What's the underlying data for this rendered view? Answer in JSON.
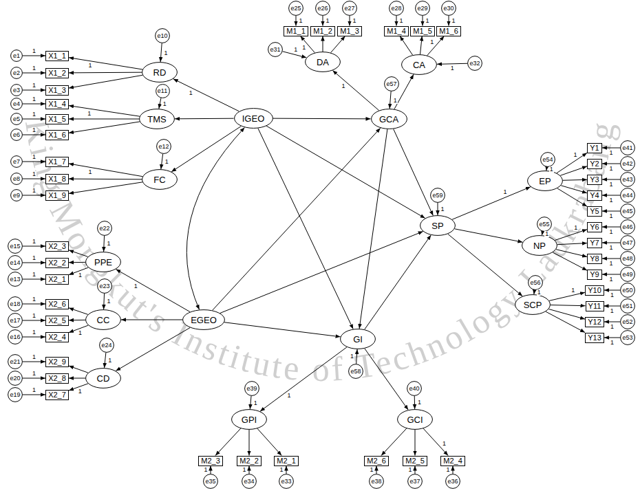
{
  "diagram": {
    "nodes": [
      {
        "text": [
          "e1"
        ]
      },
      {
        "text": [
          "e2"
        ]
      },
      {
        "text": [
          "e3"
        ]
      },
      {
        "text": [
          "e4"
        ]
      },
      {
        "text": [
          "e5"
        ]
      },
      {
        "text": [
          "e6"
        ]
      },
      {
        "text": [
          "e7"
        ]
      },
      {
        "text": [
          "e8"
        ]
      },
      {
        "text": [
          "e9"
        ]
      },
      {
        "text": [
          "X1_1"
        ]
      },
      {
        "text": [
          "X1_2"
        ]
      },
      {
        "text": [
          "X1_3"
        ]
      },
      {
        "text": [
          "X1_4"
        ]
      },
      {
        "text": [
          "X1_5"
        ]
      },
      {
        "text": [
          "X1_6"
        ]
      },
      {
        "text": [
          "X1_7"
        ]
      },
      {
        "text": [
          "X1_8"
        ]
      },
      {
        "text": [
          "X1_9"
        ]
      },
      {
        "text": [
          "RD"
        ]
      },
      {
        "text": [
          "TMS"
        ]
      },
      {
        "text": [
          "FC"
        ]
      },
      {
        "text": [
          "e10"
        ]
      },
      {
        "text": [
          "e11"
        ]
      },
      {
        "text": [
          "e12"
        ]
      },
      {
        "text": [
          "IGEO"
        ]
      },
      {
        "text": [
          "e25"
        ]
      },
      {
        "text": [
          "e26"
        ]
      },
      {
        "text": [
          "e27"
        ]
      },
      {
        "text": [
          "e28"
        ]
      },
      {
        "text": [
          "e29"
        ]
      },
      {
        "text": [
          "e30"
        ]
      },
      {
        "text": [
          "M1_1"
        ]
      },
      {
        "text": [
          "M1_2"
        ]
      },
      {
        "text": [
          "M1_3"
        ]
      },
      {
        "text": [
          "M1_4"
        ]
      },
      {
        "text": [
          "M1_5"
        ]
      },
      {
        "text": [
          "M1_6"
        ]
      },
      {
        "text": [
          "DA"
        ]
      },
      {
        "text": [
          "CA"
        ]
      },
      {
        "text": [
          "e31"
        ]
      },
      {
        "text": [
          "e32"
        ]
      },
      {
        "text": [
          "GCA"
        ]
      },
      {
        "text": [
          "e57"
        ]
      },
      {
        "text": [
          "SP"
        ]
      },
      {
        "text": [
          "e59"
        ]
      },
      {
        "text": [
          "EP"
        ]
      },
      {
        "text": [
          "NP"
        ]
      },
      {
        "text": [
          "SCP"
        ]
      },
      {
        "text": [
          "e54"
        ]
      },
      {
        "text": [
          "e55"
        ]
      },
      {
        "text": [
          "e56"
        ]
      },
      {
        "text": [
          "Y1"
        ]
      },
      {
        "text": [
          "Y2"
        ]
      },
      {
        "text": [
          "Y3"
        ]
      },
      {
        "text": [
          "Y4"
        ]
      },
      {
        "text": [
          "Y5"
        ]
      },
      {
        "text": [
          "Y6"
        ]
      },
      {
        "text": [
          "Y7"
        ]
      },
      {
        "text": [
          "Y8"
        ]
      },
      {
        "text": [
          "Y9"
        ]
      },
      {
        "text": [
          "Y10"
        ]
      },
      {
        "text": [
          "Y11"
        ]
      },
      {
        "text": [
          "Y12"
        ]
      },
      {
        "text": [
          "Y13"
        ]
      },
      {
        "text": [
          "e41"
        ]
      },
      {
        "text": [
          "e42"
        ]
      },
      {
        "text": [
          "e43"
        ]
      },
      {
        "text": [
          "e44"
        ]
      },
      {
        "text": [
          "e45"
        ]
      },
      {
        "text": [
          "e46"
        ]
      },
      {
        "text": [
          "e47"
        ]
      },
      {
        "text": [
          "e48"
        ]
      },
      {
        "text": [
          "e49"
        ]
      },
      {
        "text": [
          "e50"
        ]
      },
      {
        "text": [
          "e51"
        ]
      },
      {
        "text": [
          "e52"
        ]
      },
      {
        "text": [
          "e53"
        ]
      },
      {
        "text": [
          "e15"
        ]
      },
      {
        "text": [
          "e14"
        ]
      },
      {
        "text": [
          "e13"
        ]
      },
      {
        "text": [
          "e18"
        ]
      },
      {
        "text": [
          "e17"
        ]
      },
      {
        "text": [
          "e16"
        ]
      },
      {
        "text": [
          "e21"
        ]
      },
      {
        "text": [
          "e20"
        ]
      },
      {
        "text": [
          "e19"
        ]
      },
      {
        "text": [
          "X2_3"
        ]
      },
      {
        "text": [
          "X2_2"
        ]
      },
      {
        "text": [
          "X2_1"
        ]
      },
      {
        "text": [
          "X2_6"
        ]
      },
      {
        "text": [
          "X2_5"
        ]
      },
      {
        "text": [
          "X2_4"
        ]
      },
      {
        "text": [
          "X2_9"
        ]
      },
      {
        "text": [
          "X2_8"
        ]
      },
      {
        "text": [
          "X2_7"
        ]
      },
      {
        "text": [
          "PPE"
        ]
      },
      {
        "text": [
          "CC"
        ]
      },
      {
        "text": [
          "CD"
        ]
      },
      {
        "text": [
          "e22"
        ]
      },
      {
        "text": [
          "e23"
        ]
      },
      {
        "text": [
          "e24"
        ]
      },
      {
        "text": [
          "EGEO"
        ]
      },
      {
        "text": [
          "GI"
        ]
      },
      {
        "text": [
          "e58"
        ]
      },
      {
        "text": [
          "GPI"
        ]
      },
      {
        "text": [
          "GCI"
        ]
      },
      {
        "text": [
          "e39"
        ]
      },
      {
        "text": [
          "e40"
        ]
      },
      {
        "text": [
          "M2_3"
        ]
      },
      {
        "text": [
          "M2_2"
        ]
      },
      {
        "text": [
          "M2_1"
        ]
      },
      {
        "text": [
          "M2_6"
        ]
      },
      {
        "text": [
          "M2_5"
        ]
      },
      {
        "text": [
          "M2_4"
        ]
      },
      {
        "text": [
          "e35"
        ]
      },
      {
        "text": [
          "e34"
        ]
      },
      {
        "text": [
          "e33"
        ]
      },
      {
        "text": [
          "e38"
        ]
      },
      {
        "text": [
          "e37"
        ]
      },
      {
        "text": [
          "e36"
        ]
      }
    ],
    "edges": [
      {
        "from": 0,
        "to": 9,
        "arrow": "to",
        "label": "1"
      },
      {
        "from": 1,
        "to": 10,
        "arrow": "to",
        "label": "1"
      },
      {
        "from": 2,
        "to": 11,
        "arrow": "to",
        "label": "1"
      },
      {
        "from": 3,
        "to": 12,
        "arrow": "to",
        "label": "1"
      },
      {
        "from": 4,
        "to": 13,
        "arrow": "to",
        "label": "1"
      },
      {
        "from": 5,
        "to": 14,
        "arrow": "to",
        "label": "1"
      },
      {
        "from": 6,
        "to": 15,
        "arrow": "to",
        "label": "1"
      },
      {
        "from": 7,
        "to": 16,
        "arrow": "to",
        "label": "1"
      },
      {
        "from": 8,
        "to": 17,
        "arrow": "to",
        "label": "1"
      },
      {
        "from": 18,
        "to": 9,
        "arrow": "to",
        "label": "1"
      },
      {
        "from": 18,
        "to": 10,
        "arrow": "to"
      },
      {
        "from": 18,
        "to": 11,
        "arrow": "to"
      },
      {
        "from": 19,
        "to": 12,
        "arrow": "to",
        "label": "1"
      },
      {
        "from": 19,
        "to": 13,
        "arrow": "to"
      },
      {
        "from": 19,
        "to": 14,
        "arrow": "to"
      },
      {
        "from": 20,
        "to": 15,
        "arrow": "to",
        "label": "1"
      },
      {
        "from": 20,
        "to": 16,
        "arrow": "to"
      },
      {
        "from": 20,
        "to": 17,
        "arrow": "to"
      },
      {
        "from": 21,
        "to": 18,
        "arrow": "to",
        "label": "1"
      },
      {
        "from": 22,
        "to": 19,
        "arrow": "to",
        "label": "1"
      },
      {
        "from": 23,
        "to": 20,
        "arrow": "to",
        "label": "1"
      },
      {
        "from": 24,
        "to": 18,
        "arrow": "to",
        "label": "1"
      },
      {
        "from": 24,
        "to": 19,
        "arrow": "to"
      },
      {
        "from": 24,
        "to": 20,
        "arrow": "to"
      },
      {
        "from": 25,
        "to": 31,
        "arrow": "to",
        "label": "1"
      },
      {
        "from": 26,
        "to": 32,
        "arrow": "to",
        "label": "1"
      },
      {
        "from": 27,
        "to": 33,
        "arrow": "to",
        "label": "1"
      },
      {
        "from": 28,
        "to": 34,
        "arrow": "to",
        "label": "1"
      },
      {
        "from": 29,
        "to": 35,
        "arrow": "to",
        "label": "1"
      },
      {
        "from": 30,
        "to": 36,
        "arrow": "to",
        "label": "1"
      },
      {
        "from": 37,
        "to": 31,
        "arrow": "to",
        "label": "1"
      },
      {
        "from": 37,
        "to": 32,
        "arrow": "to"
      },
      {
        "from": 37,
        "to": 33,
        "arrow": "to"
      },
      {
        "from": 38,
        "to": 34,
        "arrow": "to"
      },
      {
        "from": 38,
        "to": 35,
        "arrow": "to"
      },
      {
        "from": 38,
        "to": 36,
        "arrow": "to",
        "label": "1"
      },
      {
        "from": 39,
        "to": 37,
        "arrow": "to",
        "label": "1"
      },
      {
        "from": 40,
        "to": 38,
        "arrow": "to",
        "label": "1"
      },
      {
        "from": 41,
        "to": 37,
        "arrow": "to",
        "label": "1"
      },
      {
        "from": 41,
        "to": 38,
        "arrow": "to"
      },
      {
        "from": 42,
        "to": 41,
        "arrow": "to",
        "label": "1"
      },
      {
        "from": 44,
        "to": 43,
        "arrow": "to",
        "label": "1"
      },
      {
        "from": 43,
        "to": 45,
        "arrow": "to",
        "label": "1"
      },
      {
        "from": 43,
        "to": 46,
        "arrow": "to"
      },
      {
        "from": 43,
        "to": 47,
        "arrow": "to"
      },
      {
        "from": 48,
        "to": 45,
        "arrow": "to",
        "label": "1"
      },
      {
        "from": 49,
        "to": 46,
        "arrow": "to",
        "label": "1"
      },
      {
        "from": 50,
        "to": 47,
        "arrow": "to",
        "label": "1"
      },
      {
        "from": 45,
        "to": 51,
        "arrow": "to",
        "label": "1"
      },
      {
        "from": 45,
        "to": 52,
        "arrow": "to"
      },
      {
        "from": 45,
        "to": 53,
        "arrow": "to"
      },
      {
        "from": 45,
        "to": 54,
        "arrow": "to"
      },
      {
        "from": 45,
        "to": 55,
        "arrow": "to"
      },
      {
        "from": 46,
        "to": 56,
        "arrow": "to",
        "label": "1"
      },
      {
        "from": 46,
        "to": 57,
        "arrow": "to"
      },
      {
        "from": 46,
        "to": 58,
        "arrow": "to"
      },
      {
        "from": 46,
        "to": 59,
        "arrow": "to"
      },
      {
        "from": 47,
        "to": 60,
        "arrow": "to",
        "label": "1"
      },
      {
        "from": 47,
        "to": 61,
        "arrow": "to"
      },
      {
        "from": 47,
        "to": 62,
        "arrow": "to"
      },
      {
        "from": 47,
        "to": 63,
        "arrow": "to"
      },
      {
        "from": 64,
        "to": 51,
        "arrow": "to",
        "label": "1"
      },
      {
        "from": 65,
        "to": 52,
        "arrow": "to",
        "label": "1"
      },
      {
        "from": 66,
        "to": 53,
        "arrow": "to",
        "label": "1"
      },
      {
        "from": 67,
        "to": 54,
        "arrow": "to",
        "label": "1"
      },
      {
        "from": 68,
        "to": 55,
        "arrow": "to",
        "label": "1"
      },
      {
        "from": 69,
        "to": 56,
        "arrow": "to",
        "label": "1"
      },
      {
        "from": 70,
        "to": 57,
        "arrow": "to",
        "label": "1"
      },
      {
        "from": 71,
        "to": 58,
        "arrow": "to",
        "label": "1"
      },
      {
        "from": 72,
        "to": 59,
        "arrow": "to",
        "label": "1"
      },
      {
        "from": 73,
        "to": 60,
        "arrow": "to",
        "label": "1"
      },
      {
        "from": 74,
        "to": 61,
        "arrow": "to",
        "label": "1"
      },
      {
        "from": 75,
        "to": 62,
        "arrow": "to",
        "label": "1"
      },
      {
        "from": 76,
        "to": 63,
        "arrow": "to",
        "label": "1"
      },
      {
        "from": 77,
        "to": 86,
        "arrow": "to",
        "label": "1"
      },
      {
        "from": 78,
        "to": 87,
        "arrow": "to",
        "label": "1"
      },
      {
        "from": 79,
        "to": 88,
        "arrow": "to",
        "label": "1"
      },
      {
        "from": 80,
        "to": 89,
        "arrow": "to",
        "label": "1"
      },
      {
        "from": 81,
        "to": 90,
        "arrow": "to",
        "label": "1"
      },
      {
        "from": 82,
        "to": 91,
        "arrow": "to",
        "label": "1"
      },
      {
        "from": 83,
        "to": 92,
        "arrow": "to",
        "label": "1"
      },
      {
        "from": 84,
        "to": 93,
        "arrow": "to",
        "label": "1"
      },
      {
        "from": 85,
        "to": 94,
        "arrow": "to",
        "label": "1"
      },
      {
        "from": 95,
        "to": 86,
        "arrow": "to"
      },
      {
        "from": 95,
        "to": 87,
        "arrow": "to"
      },
      {
        "from": 95,
        "to": 88,
        "arrow": "to",
        "label": "1"
      },
      {
        "from": 96,
        "to": 89,
        "arrow": "to"
      },
      {
        "from": 96,
        "to": 90,
        "arrow": "to"
      },
      {
        "from": 96,
        "to": 91,
        "arrow": "to",
        "label": "1"
      },
      {
        "from": 97,
        "to": 92,
        "arrow": "to"
      },
      {
        "from": 97,
        "to": 93,
        "arrow": "to"
      },
      {
        "from": 97,
        "to": 94,
        "arrow": "to",
        "label": "1"
      },
      {
        "from": 98,
        "to": 95,
        "arrow": "to",
        "label": "1"
      },
      {
        "from": 99,
        "to": 96,
        "arrow": "to",
        "label": "1"
      },
      {
        "from": 100,
        "to": 97,
        "arrow": "to",
        "label": "1"
      },
      {
        "from": 101,
        "to": 95,
        "arrow": "to",
        "label": "1"
      },
      {
        "from": 101,
        "to": 96,
        "arrow": "to"
      },
      {
        "from": 101,
        "to": 97,
        "arrow": "to"
      },
      {
        "from": 103,
        "to": 102,
        "arrow": "to",
        "label": "1"
      },
      {
        "from": 102,
        "to": 104,
        "arrow": "to",
        "label": "1"
      },
      {
        "from": 102,
        "to": 105,
        "arrow": "to"
      },
      {
        "from": 106,
        "to": 104,
        "arrow": "to",
        "label": "1"
      },
      {
        "from": 107,
        "to": 105,
        "arrow": "to",
        "label": "1"
      },
      {
        "from": 104,
        "to": 108,
        "arrow": "to"
      },
      {
        "from": 104,
        "to": 109,
        "arrow": "to"
      },
      {
        "from": 104,
        "to": 110,
        "arrow": "to"
      },
      {
        "from": 105,
        "to": 111,
        "arrow": "to"
      },
      {
        "from": 105,
        "to": 112,
        "arrow": "to"
      },
      {
        "from": 105,
        "to": 113,
        "arrow": "to",
        "label": "1"
      },
      {
        "from": 114,
        "to": 108,
        "arrow": "to",
        "label": "1"
      },
      {
        "from": 115,
        "to": 109,
        "arrow": "to",
        "label": "1"
      },
      {
        "from": 116,
        "to": 110,
        "arrow": "to",
        "label": "1"
      },
      {
        "from": 117,
        "to": 111,
        "arrow": "to",
        "label": "1"
      },
      {
        "from": 118,
        "to": 112,
        "arrow": "to",
        "label": "1"
      },
      {
        "from": 119,
        "to": 113,
        "arrow": "to",
        "label": "1"
      },
      {
        "from": 24,
        "to": 41,
        "arrow": "to"
      },
      {
        "from": 24,
        "to": 43,
        "arrow": "to"
      },
      {
        "from": 24,
        "to": 102,
        "arrow": "to"
      },
      {
        "from": 24,
        "to": 101,
        "arrow": "both"
      },
      {
        "from": 101,
        "to": 41,
        "arrow": "to"
      },
      {
        "from": 101,
        "to": 43,
        "arrow": "to"
      },
      {
        "from": 101,
        "to": 102,
        "arrow": "to"
      },
      {
        "from": 41,
        "to": 43,
        "arrow": "to"
      },
      {
        "from": 41,
        "to": 102,
        "arrow": "to"
      },
      {
        "from": 102,
        "to": 43,
        "arrow": "to"
      }
    ],
    "labels": [
      "King Mongkut's Institute of Technology Ladkrabang"
    ]
  }
}
